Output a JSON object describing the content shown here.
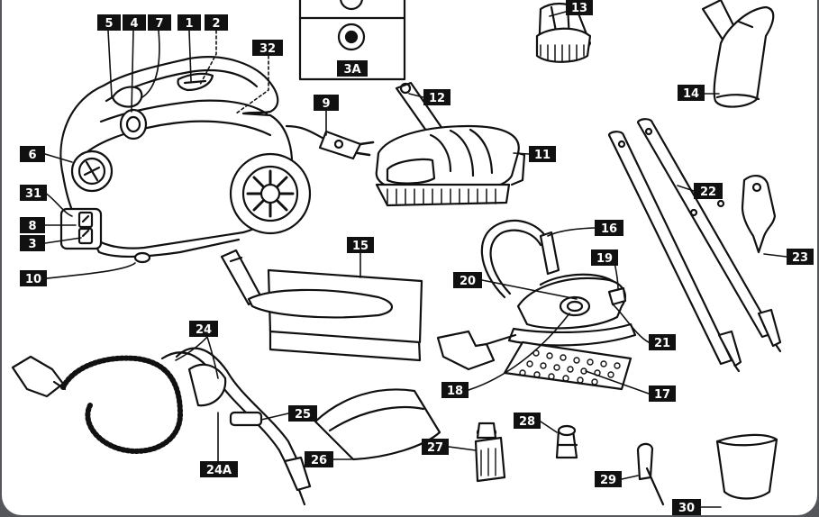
{
  "colors": {
    "frame": "#55565a",
    "line": "#111111",
    "label_bg": "#111111",
    "label_text": "#ffffff",
    "paper": "#ffffff"
  },
  "labels": {
    "l1": "1",
    "l2": "2",
    "l3": "3",
    "l3a": "3A",
    "l4": "4",
    "l5": "5",
    "l6": "6",
    "l7": "7",
    "l8": "8",
    "l9": "9",
    "l10": "10",
    "l11": "11",
    "l12": "12",
    "l13": "13",
    "l14": "14",
    "l15": "15",
    "l16": "16",
    "l17": "17",
    "l18": "18",
    "l19": "19",
    "l20": "20",
    "l21": "21",
    "l22": "22",
    "l23": "23",
    "l24": "24",
    "l24a": "24A",
    "l25": "25",
    "l26": "26",
    "l27": "27",
    "l28": "28",
    "l29": "29",
    "l30": "30",
    "l31": "31",
    "l32": "32"
  },
  "icons": [
    "steam-cleaner-body-icon",
    "plug-icon",
    "floor-brush-icon",
    "triangle-brush-icon",
    "nozzle-icon",
    "window-tool-icon",
    "steam-iron-icon",
    "extension-tube-icon",
    "hose-icon",
    "cloth-icon",
    "measuring-cup-icon"
  ]
}
